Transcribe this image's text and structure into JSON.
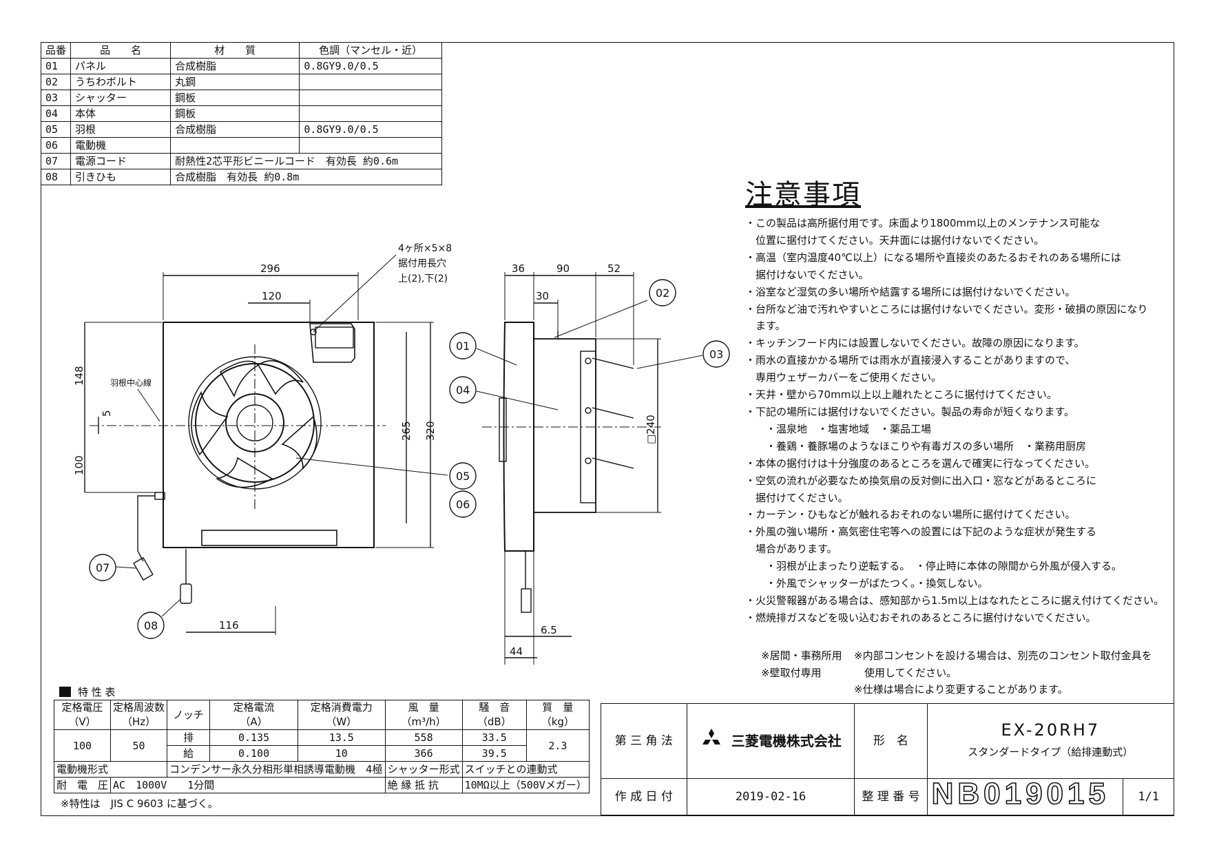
{
  "parts_table": {
    "headers": [
      "品番",
      "品　　名",
      "材　　質",
      "色調（マンセル・近）"
    ],
    "rows": [
      [
        "01",
        "パネル",
        "合成樹脂",
        "0.8GY9.0/0.5"
      ],
      [
        "02",
        "うちわボルト",
        "丸鋼",
        ""
      ],
      [
        "03",
        "シャッター",
        "鋼板",
        ""
      ],
      [
        "04",
        "本体",
        "鋼板",
        ""
      ],
      [
        "05",
        "羽根",
        "合成樹脂",
        "0.8GY9.0/0.5"
      ],
      [
        "06",
        "電動機",
        "",
        ""
      ],
      [
        "07",
        "電源コード",
        "耐熱性2芯平形ビニールコード　有効長 約0.6m",
        ""
      ],
      [
        "08",
        "引きひも",
        "合成樹脂　有効長 約0.8m",
        ""
      ]
    ]
  },
  "drawing": {
    "front_dims": [
      "296",
      "120",
      "148",
      "5",
      "100",
      "265",
      "320",
      "116"
    ],
    "front_notes": [
      "4ヶ所×5×8",
      "据付用長穴",
      "上(2),下(2)",
      "羽根中心線"
    ],
    "side_dims": [
      "36",
      "90",
      "52",
      "30",
      "□240",
      "6.5",
      "44"
    ],
    "callouts": [
      "01",
      "02",
      "03",
      "04",
      "05",
      "06",
      "07",
      "08"
    ]
  },
  "notes": {
    "title": "注意事項",
    "lines": [
      "・この製品は高所据付用です。床面より1800mm以上のメンテナンス可能な",
      "　位置に据付けてください。天井面には据付けないでください。",
      "・高温（室内温度40℃以上）になる場所や直接炎のあたるおそれのある場所には",
      "　据付けないでください。",
      "・浴室など湿気の多い場所や結露する場所には据付けないでください。",
      "・台所など油で汚れやすいところには据付けないでください。変形・破損の原因になり",
      "　ます。",
      "・キッチンフード内には設置しないでください。故障の原因になります。",
      "・雨水の直接かかる場所では雨水が直接浸入することがありますので、",
      "　専用ウェザーカバーをご使用ください。",
      "・天井・壁から70mm以上以上離れたところに据付けてください。",
      "・下記の場所には据付けないでください。製品の寿命が短くなります。",
      "　　・温泉地　・塩害地域　・薬品工場",
      "　　・養鶏・養豚場のようなほこりや有毒ガスの多い場所　・業務用厨房",
      "・本体の据付けは十分強度のあるところを選んで確実に行なってください。",
      "・空気の流れが必要なため換気扇の反対側に出入口・窓などがあるところに",
      "　据付けてください。",
      "・カーテン・ひもなどが触れるおそれのない場所に据付けてください。",
      "・外風の強い場所・高気密住宅等への設置には下記のような症状が発生する",
      "　場合があります。",
      "　　・羽根が止まったり逆転する。　・停止時に本体の隙間から外風が侵入する。",
      "　　・外風でシャッターがばたつく。・換気しない。",
      "・火災警報器がある場合は、感知部から1.5m以上はなれたところに据え付けてください。",
      "・燃焼排ガスなどを吸い込むおそれのあるところに据付けないでください。"
    ]
  },
  "remarks": {
    "left": [
      "※居間・事務所用",
      "※壁取付専用"
    ],
    "right": [
      "※内部コンセントを設ける場合は、別売のコンセント取付金具を",
      "　使用してください。",
      "※仕様は場合により変更することがあります。"
    ]
  },
  "spec": {
    "title": "特 性 表",
    "h_voltage": [
      "定格電圧",
      "（V）"
    ],
    "h_freq": [
      "定格周波数",
      "（Hz）"
    ],
    "h_notch": "ノッチ",
    "h_current": [
      "定格電流",
      "（A）"
    ],
    "h_power": [
      "定格消費電力",
      "（W）"
    ],
    "h_air": [
      "風　量",
      "（m³/h）"
    ],
    "h_noise": [
      "騒　音",
      "（dB）"
    ],
    "h_mass": [
      "質　量",
      "（kg）"
    ],
    "voltage": "100",
    "freq": "50",
    "mass": "2.3",
    "rows": [
      {
        "notch": "排",
        "current": "0.135",
        "power": "13.5",
        "air": "558",
        "noise": "33.5"
      },
      {
        "notch": "給",
        "current": "0.100",
        "power": "10",
        "air": "366",
        "noise": "39.5"
      }
    ],
    "motor_label": "電動機形式",
    "motor_value": "コンデンサー永久分相形単相誘導電動機　4極",
    "shutter_label": "シャッター形式",
    "shutter_value": "スイッチとの連動式",
    "withstand_label": "耐　電　圧",
    "withstand_value": "AC　1000V　　1分間",
    "insulation_label": "絶 縁 抵 抗",
    "insulation_value": "10MΩ以上（500Vメガー）",
    "note": "※特性は　JIS C 9603 に基づく。"
  },
  "title_block": {
    "projection": "第 三 角 法",
    "company": "三菱電機株式会社",
    "model_label": "形　名",
    "model": "EX-20RH7",
    "model_sub": "スタンダードタイプ（給排連動式）",
    "date_label": "作 成 日 付",
    "date": "2019-02-16",
    "docno_label": "整 理 番 号",
    "docno": "NB019015",
    "page": "1/1"
  }
}
